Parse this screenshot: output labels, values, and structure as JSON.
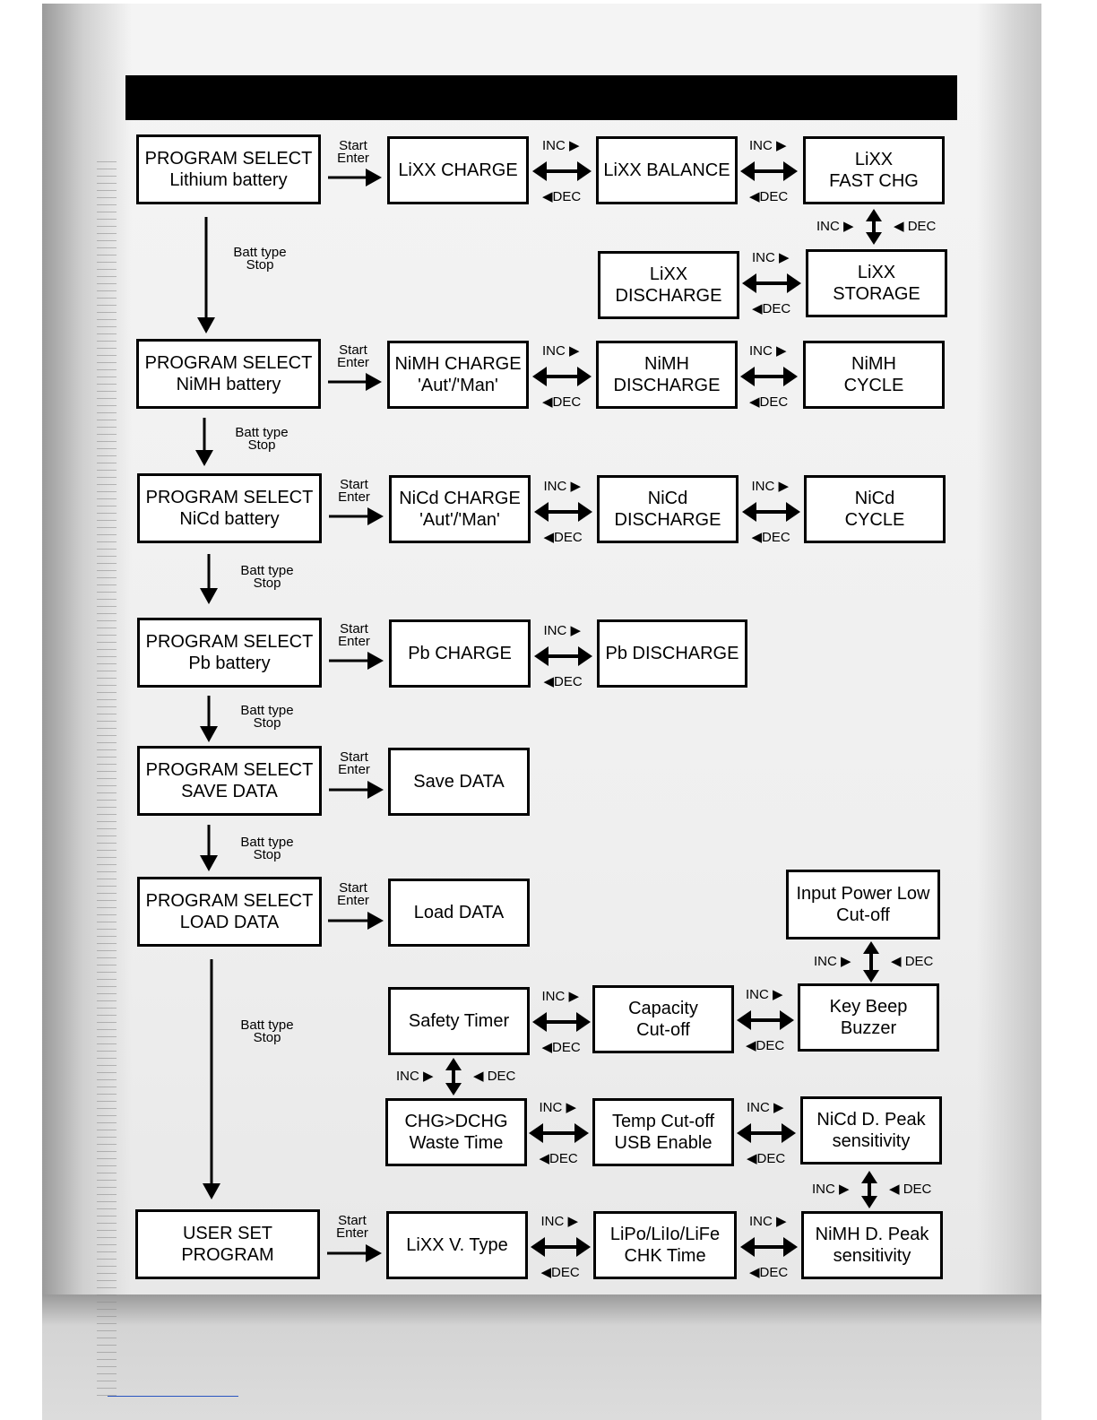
{
  "rows": [
    {
      "id": "lithium",
      "select": {
        "line1": "PROGRAM SELECT",
        "line2": "Lithium battery"
      },
      "start_enter": {
        "line1": "Start",
        "line2": "Enter"
      },
      "modes": [
        {
          "line1": "LiXX CHARGE",
          "line2": ""
        },
        {
          "line1": "LiXX BALANCE",
          "line2": ""
        },
        {
          "line1": "LiXX",
          "line2": "FAST CHG"
        }
      ],
      "extra_modes": [
        {
          "line1": "LiXX",
          "line2": "DISCHARGE"
        },
        {
          "line1": "LiXX",
          "line2": "STORAGE"
        }
      ]
    },
    {
      "id": "nimh",
      "select": {
        "line1": "PROGRAM SELECT",
        "line2": "NiMH battery"
      },
      "start_enter": {
        "line1": "Start",
        "line2": "Enter"
      },
      "modes": [
        {
          "line1": "NiMH CHARGE",
          "line2": "'Aut'/'Man'"
        },
        {
          "line1": "NiMH",
          "line2": "DISCHARGE"
        },
        {
          "line1": "NiMH",
          "line2": "CYCLE"
        }
      ]
    },
    {
      "id": "nicd",
      "select": {
        "line1": "PROGRAM SELECT",
        "line2": "NiCd battery"
      },
      "start_enter": {
        "line1": "Start",
        "line2": "Enter"
      },
      "modes": [
        {
          "line1": "NiCd CHARGE",
          "line2": "'Aut'/'Man'"
        },
        {
          "line1": "NiCd",
          "line2": "DISCHARGE"
        },
        {
          "line1": "NiCd",
          "line2": "CYCLE"
        }
      ]
    },
    {
      "id": "pb",
      "select": {
        "line1": "PROGRAM SELECT",
        "line2": "Pb battery"
      },
      "start_enter": {
        "line1": "Start",
        "line2": "Enter"
      },
      "modes": [
        {
          "line1": "Pb CHARGE",
          "line2": ""
        },
        {
          "line1": "Pb DISCHARGE",
          "line2": ""
        }
      ]
    },
    {
      "id": "save",
      "select": {
        "line1": "PROGRAM SELECT",
        "line2": "SAVE DATA"
      },
      "start_enter": {
        "line1": "Start",
        "line2": "Enter"
      },
      "modes": [
        {
          "line1": "Save DATA",
          "line2": ""
        }
      ]
    },
    {
      "id": "load",
      "select": {
        "line1": "PROGRAM SELECT",
        "line2": "LOAD DATA"
      },
      "start_enter": {
        "line1": "Start",
        "line2": "Enter"
      },
      "modes": [
        {
          "line1": "Load DATA",
          "line2": ""
        }
      ]
    },
    {
      "id": "user",
      "select": {
        "line1": "USER SET",
        "line2": "PROGRAM"
      },
      "start_enter": {
        "line1": "Start",
        "line2": "Enter"
      },
      "modes": [
        {
          "line1": "LiXX V. Type",
          "line2": ""
        },
        {
          "line1": "LiPo/LiIo/LiFe",
          "line2": "CHK Time"
        },
        {
          "line1": "NiMH D. Peak",
          "line2": "sensitivity"
        }
      ]
    }
  ],
  "user_settings": {
    "row_a": [
      {
        "line1": "Safety Timer",
        "line2": ""
      },
      {
        "line1": "Capacity",
        "line2": "Cut-off"
      },
      {
        "line1": "Key Beep",
        "line2": "Buzzer"
      }
    ],
    "row_b": [
      {
        "line1": "CHG>DCHG",
        "line2": "Waste Time"
      },
      {
        "line1": "Temp Cut-off",
        "line2": "USB Enable"
      },
      {
        "line1": "NiCd D. Peak",
        "line2": "sensitivity"
      }
    ],
    "top": {
      "line1": "Input Power Low",
      "line2": "Cut-off"
    }
  },
  "batt_type_label": {
    "line1": "Batt type",
    "line2": "Stop"
  },
  "inc_label": "INC",
  "dec_label": "DEC"
}
